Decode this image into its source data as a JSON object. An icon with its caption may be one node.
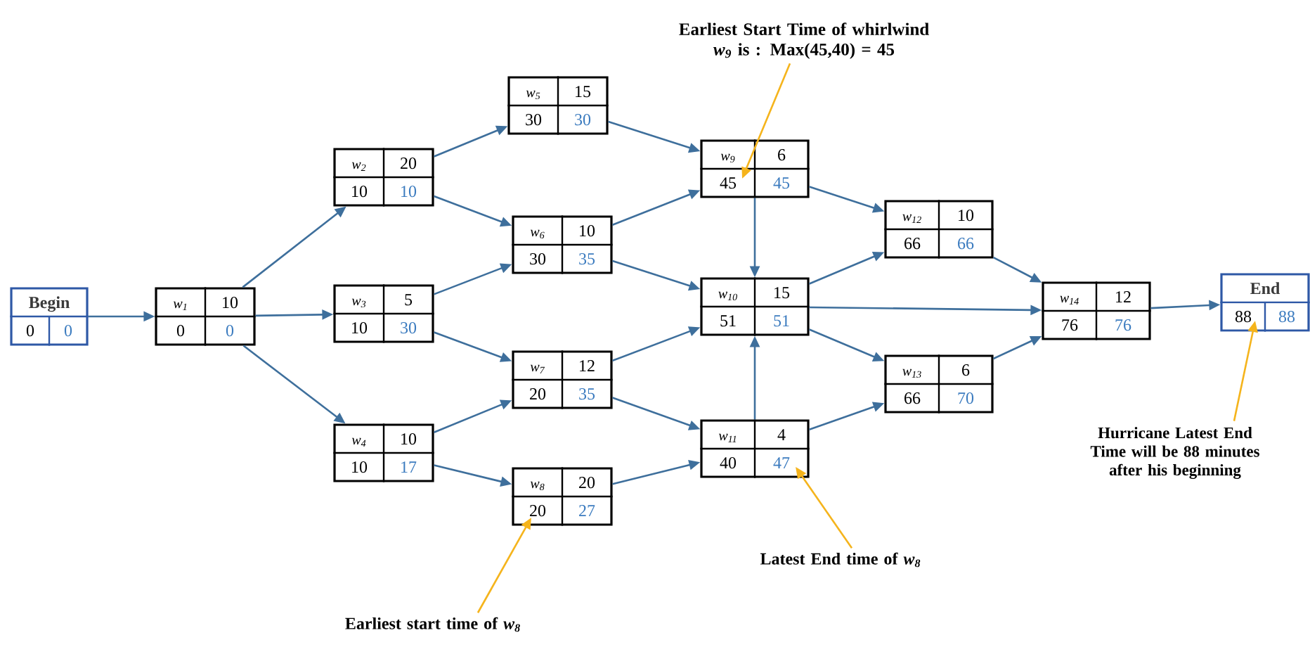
{
  "diagram": {
    "nodes": [
      {
        "text": [
          "Begin",
          "0",
          "0"
        ]
      },
      {
        "text": [
          "w$_{1}$",
          "10",
          "0",
          "0"
        ]
      },
      {
        "text": [
          "w$_{2}$",
          "20",
          "10",
          "10"
        ]
      },
      {
        "text": [
          "w$_{3}$",
          "5",
          "10",
          "30"
        ]
      },
      {
        "text": [
          "w$_{4}$",
          "10",
          "10",
          "17"
        ]
      },
      {
        "text": [
          "w$_{5}$",
          "15",
          "30",
          "30"
        ]
      },
      {
        "text": [
          "w$_{6}$",
          "10",
          "30",
          "35"
        ]
      },
      {
        "text": [
          "w$_{7}$",
          "12",
          "20",
          "35"
        ]
      },
      {
        "text": [
          "w$_{8}$",
          "20",
          "20",
          "27"
        ]
      },
      {
        "text": [
          "w$_{9}$",
          "6",
          "45",
          "45"
        ]
      },
      {
        "text": [
          "w$_{10}$",
          "15",
          "51",
          "51"
        ]
      },
      {
        "text": [
          "w$_{11}$",
          "4",
          "40",
          "47"
        ]
      },
      {
        "text": [
          "w$_{12}$",
          "10",
          "66",
          "66"
        ]
      },
      {
        "text": [
          "w$_{13}$",
          "6",
          "66",
          "70"
        ]
      },
      {
        "text": [
          "w$_{14}$",
          "12",
          "76",
          "76"
        ]
      },
      {
        "text": [
          "End",
          "88",
          "88"
        ]
      },
      {
        "text": [
          "Earliest Start Time of whirlwind *w$_{9}$* is : Max(45,40) = 45"
        ]
      },
      {
        "text": [
          "Earliest start time of *w$_{8}$*"
        ]
      },
      {
        "text": [
          "Latest End time of *w$_{8}$*"
        ]
      },
      {
        "text": [
          "Hurricane Latest End Time will be 88 minutes after his beginning"
        ]
      }
    ],
    "edges": [
      {
        "from": 0,
        "to": 1,
        "arrow": "to"
      },
      {
        "from": 1,
        "to": 2,
        "arrow": "to"
      },
      {
        "from": 1,
        "to": 3,
        "arrow": "to"
      },
      {
        "from": 1,
        "to": 4,
        "arrow": "to"
      },
      {
        "from": 2,
        "to": 5,
        "arrow": "to"
      },
      {
        "from": 2,
        "to": 6,
        "arrow": "to"
      },
      {
        "from": 3,
        "to": 6,
        "arrow": "to"
      },
      {
        "from": 3,
        "to": 7,
        "arrow": "to"
      },
      {
        "from": 4,
        "to": 7,
        "arrow": "to"
      },
      {
        "from": 4,
        "to": 8,
        "arrow": "to"
      },
      {
        "from": 5,
        "to": 9,
        "arrow": "to"
      },
      {
        "from": 6,
        "to": 9,
        "arrow": "to"
      },
      {
        "from": 6,
        "to": 10,
        "arrow": "to"
      },
      {
        "from": 7,
        "to": 10,
        "arrow": "to"
      },
      {
        "from": 7,
        "to": 11,
        "arrow": "to"
      },
      {
        "from": 8,
        "to": 11,
        "arrow": "to"
      },
      {
        "from": 9,
        "to": 10,
        "arrow": "to"
      },
      {
        "from": 11,
        "to": 10,
        "arrow": "to"
      },
      {
        "from": 9,
        "to": 12,
        "arrow": "to"
      },
      {
        "from": 10,
        "to": 12,
        "arrow": "to"
      },
      {
        "from": 10,
        "to": 14,
        "arrow": "to"
      },
      {
        "from": 10,
        "to": 13,
        "arrow": "to"
      },
      {
        "from": 11,
        "to": 13,
        "arrow": "to"
      },
      {
        "from": 12,
        "to": 14,
        "arrow": "to"
      },
      {
        "from": 13,
        "to": 14,
        "arrow": "to"
      },
      {
        "from": 14,
        "to": 15,
        "arrow": "to"
      },
      {
        "from": 16,
        "to": 9,
        "arrow": "to",
        "color": "#f5b41c"
      },
      {
        "from": 17,
        "to": 8,
        "arrow": "to",
        "color": "#f5b41c"
      },
      {
        "from": 18,
        "to": 11,
        "arrow": "to",
        "color": "#f5b41c"
      },
      {
        "from": 19,
        "to": 15,
        "arrow": "to",
        "color": "#f5b41c"
      }
    ]
  }
}
